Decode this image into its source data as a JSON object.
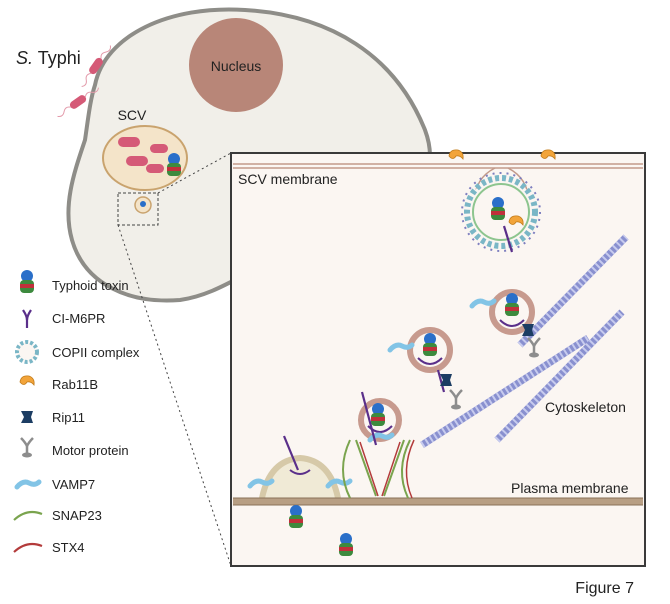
{
  "organism": {
    "italic": "S.",
    "rest": " Typhi"
  },
  "cell": {
    "nucleus_label": "Nucleus",
    "vacuole_label": "SCV"
  },
  "inset": {
    "top_membrane_label": "SCV membrane",
    "bottom_membrane_label": "Plasma membrane",
    "filament_label": "Cytoskeleton"
  },
  "legend": {
    "items": [
      {
        "icon": "typhoid-toxin-icon",
        "label": "Typhoid toxin"
      },
      {
        "icon": "ci-m6pr-icon",
        "label": "CI-M6PR"
      },
      {
        "icon": "copii-complex-icon",
        "label": "COPII complex"
      },
      {
        "icon": "rab11b-icon",
        "label": "Rab11B"
      },
      {
        "icon": "rip11-icon",
        "label": "Rip11"
      },
      {
        "icon": "motor-protein-icon",
        "label": "Motor protein"
      },
      {
        "icon": "vamp7-icon",
        "label": "VAMP7"
      },
      {
        "icon": "snap23-icon",
        "label": "SNAP23"
      },
      {
        "icon": "stx4-icon",
        "label": "STX4"
      }
    ]
  },
  "caption": "Figure 7",
  "colors": {
    "cell_fill": "#f1efe9",
    "cell_stroke": "#8e8d88",
    "nucleus": "#b88678",
    "bacteria": "#d55a77",
    "toxin_blue": "#2a6fc9",
    "toxin_green": "#3d8a3e",
    "toxin_red": "#c0303a",
    "receptor": "#5a2f8a",
    "copii": "#7ab6c6",
    "rab11b": "#f2a43a",
    "rip11": "#1c3d63",
    "motor": "#8d8d8d",
    "vamp7": "#82c4e6",
    "snap23": "#7aa44e",
    "stx4": "#b33b3b",
    "cytoskeleton": "#7f86c9",
    "membrane": "#b89f84",
    "vesicle": "#c79a8e"
  }
}
